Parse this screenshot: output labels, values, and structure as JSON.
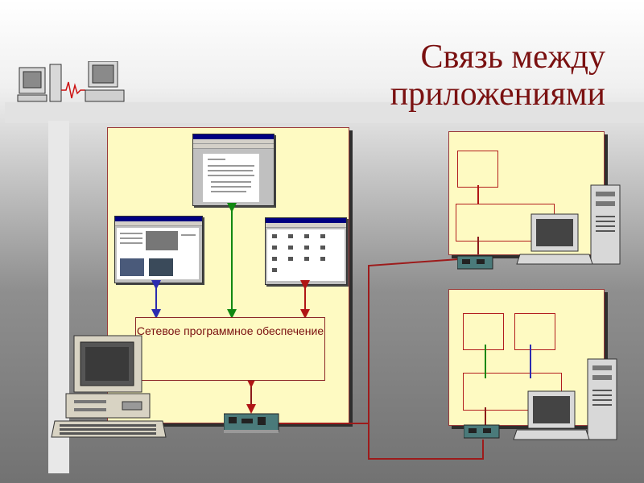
{
  "title": {
    "line1": "Связь между",
    "line2": "приложениями"
  },
  "network_software_label": "Сетевое программное обеспечение",
  "colors": {
    "title": "#7a1010",
    "panel": "#fefac2",
    "blue_arrow": "#2b2bb0",
    "green_arrow": "#118811",
    "red_arrow": "#b01515",
    "network_line": "#9d1b1b"
  }
}
